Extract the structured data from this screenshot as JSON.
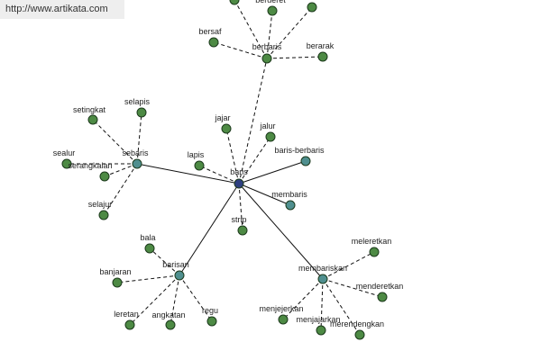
{
  "watermark": "http://www.artikata.com",
  "colors": {
    "center": "#2e3f80",
    "hub": "#4f8f8f",
    "leaf": "#4d8a44",
    "edge": "#111111"
  },
  "graph": {
    "center": "baris",
    "nodes": [
      {
        "id": "baris",
        "label": "baris",
        "kind": "center"
      },
      {
        "id": "berbaris",
        "label": "berbaris",
        "kind": "leaf"
      },
      {
        "id": "sebaris",
        "label": "sebaris",
        "kind": "hub"
      },
      {
        "id": "barisan",
        "label": "barisan",
        "kind": "hub"
      },
      {
        "id": "membariskan",
        "label": "membariskan",
        "kind": "hub"
      },
      {
        "id": "baris-berbaris",
        "label": "baris-berbaris",
        "kind": "hub"
      },
      {
        "id": "membaris",
        "label": "membaris",
        "kind": "hub"
      },
      {
        "id": "jajar",
        "label": "jajar",
        "kind": "leaf"
      },
      {
        "id": "jalur",
        "label": "jalur",
        "kind": "leaf"
      },
      {
        "id": "lapis",
        "label": "lapis",
        "kind": "leaf"
      },
      {
        "id": "strip",
        "label": "strip",
        "kind": "leaf"
      },
      {
        "id": "berderet",
        "label": "berderet",
        "kind": "leaf"
      },
      {
        "id": "bersaf",
        "label": "bersaf",
        "kind": "leaf"
      },
      {
        "id": "berarak",
        "label": "berarak",
        "kind": "leaf"
      },
      {
        "id": "top-left",
        "label": "",
        "kind": "leaf"
      },
      {
        "id": "top-right",
        "label": "",
        "kind": "leaf"
      },
      {
        "id": "setingkat",
        "label": "setingkat",
        "kind": "leaf"
      },
      {
        "id": "selapis",
        "label": "selapis",
        "kind": "leaf"
      },
      {
        "id": "sealur",
        "label": "sealur",
        "kind": "leaf"
      },
      {
        "id": "serangkaian",
        "label": "serangkaian",
        "kind": "leaf"
      },
      {
        "id": "selajur",
        "label": "selajur",
        "kind": "leaf"
      },
      {
        "id": "bala",
        "label": "bala",
        "kind": "leaf"
      },
      {
        "id": "banjaran",
        "label": "banjaran",
        "kind": "leaf"
      },
      {
        "id": "leretan",
        "label": "leretan",
        "kind": "leaf"
      },
      {
        "id": "angkatan",
        "label": "angkatan",
        "kind": "leaf"
      },
      {
        "id": "regu",
        "label": "regu",
        "kind": "leaf"
      },
      {
        "id": "meleretkan",
        "label": "meleretkan",
        "kind": "leaf"
      },
      {
        "id": "menderetkan",
        "label": "menderetkan",
        "kind": "leaf"
      },
      {
        "id": "menjejerkan",
        "label": "menjejerkan",
        "kind": "leaf"
      },
      {
        "id": "menjajarkan",
        "label": "menjajarkan",
        "kind": "leaf"
      },
      {
        "id": "merendengkan",
        "label": "merendengkan",
        "kind": "leaf"
      }
    ],
    "edges": [
      {
        "from": "baris",
        "to": "sebaris",
        "style": "solid"
      },
      {
        "from": "baris",
        "to": "barisan",
        "style": "solid"
      },
      {
        "from": "baris",
        "to": "membariskan",
        "style": "solid"
      },
      {
        "from": "baris",
        "to": "baris-berbaris",
        "style": "solid"
      },
      {
        "from": "baris",
        "to": "membaris",
        "style": "solid"
      },
      {
        "from": "baris",
        "to": "berbaris",
        "style": "dashed"
      },
      {
        "from": "baris",
        "to": "jajar",
        "style": "dashed"
      },
      {
        "from": "baris",
        "to": "jalur",
        "style": "dashed"
      },
      {
        "from": "baris",
        "to": "lapis",
        "style": "dashed"
      },
      {
        "from": "baris",
        "to": "strip",
        "style": "dashed"
      },
      {
        "from": "berbaris",
        "to": "berderet",
        "style": "dashed"
      },
      {
        "from": "berbaris",
        "to": "bersaf",
        "style": "dashed"
      },
      {
        "from": "berbaris",
        "to": "berarak",
        "style": "dashed"
      },
      {
        "from": "berbaris",
        "to": "top-left",
        "style": "dashed"
      },
      {
        "from": "berbaris",
        "to": "top-right",
        "style": "dashed"
      },
      {
        "from": "sebaris",
        "to": "setingkat",
        "style": "dashed"
      },
      {
        "from": "sebaris",
        "to": "selapis",
        "style": "dashed"
      },
      {
        "from": "sebaris",
        "to": "sealur",
        "style": "dashed"
      },
      {
        "from": "sebaris",
        "to": "serangkaian",
        "style": "dashed"
      },
      {
        "from": "sebaris",
        "to": "selajur",
        "style": "dashed"
      },
      {
        "from": "barisan",
        "to": "bala",
        "style": "dashed"
      },
      {
        "from": "barisan",
        "to": "banjaran",
        "style": "dashed"
      },
      {
        "from": "barisan",
        "to": "leretan",
        "style": "dashed"
      },
      {
        "from": "barisan",
        "to": "angkatan",
        "style": "dashed"
      },
      {
        "from": "barisan",
        "to": "regu",
        "style": "dashed"
      },
      {
        "from": "membariskan",
        "to": "meleretkan",
        "style": "dashed"
      },
      {
        "from": "membariskan",
        "to": "menderetkan",
        "style": "dashed"
      },
      {
        "from": "membariskan",
        "to": "menjejerkan",
        "style": "dashed"
      },
      {
        "from": "membariskan",
        "to": "menjajarkan",
        "style": "dashed"
      },
      {
        "from": "membariskan",
        "to": "merendengkan",
        "style": "dashed"
      }
    ]
  }
}
